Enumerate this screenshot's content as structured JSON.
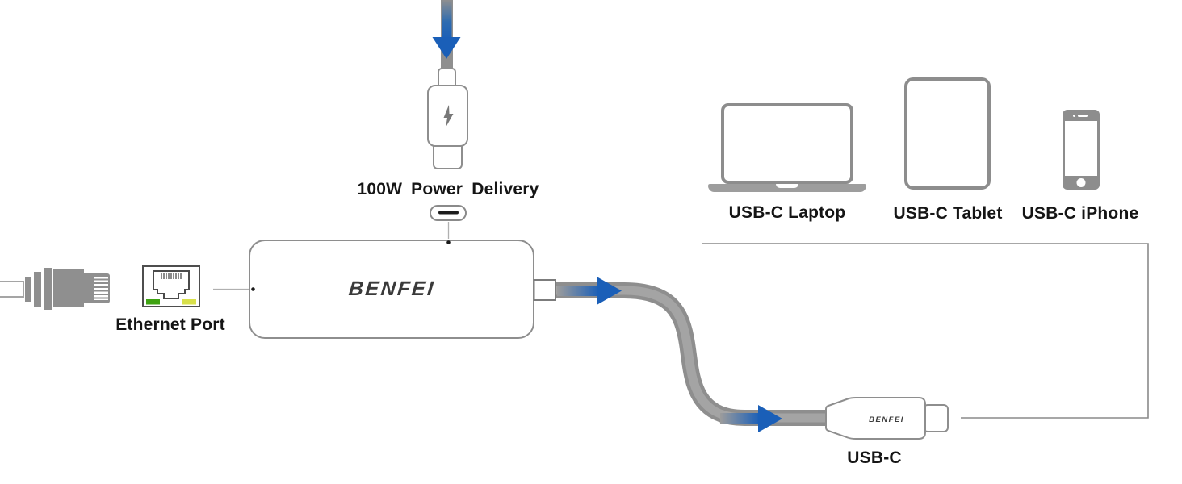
{
  "labels": {
    "power_delivery": "100W Power Delivery",
    "ethernet_port": "Ethernet Port",
    "laptop": "USB-C Laptop",
    "tablet": "USB-C Tablet",
    "iphone": "USB-C iPhone",
    "usb_c": "USB-C"
  },
  "brand": {
    "hub_logo": "BENFEI",
    "cable_connector_logo": "BENFEI"
  },
  "colors": {
    "arrow_blue": "#1a5fb8",
    "cable_gray": "#8e8e8e",
    "device_outline_gray": "#8d8d8d",
    "hub_border_gray": "#8e8e8e",
    "led_green": "#3fa312",
    "led_yellow": "#d8e04a",
    "label_text": "#151515",
    "logo_gray": "#3a3a3a"
  },
  "icons": {
    "lightning_icon": "lightning-bolt",
    "power_plug_icon": "usb-c-plug",
    "usb_c_port_icon": "usb-c-pill-port",
    "ethernet_plug_icon": "rj45-cable-plug",
    "ethernet_port_icon": "rj45-jack-with-leds",
    "laptop_icon": "laptop-outline",
    "tablet_icon": "tablet-outline",
    "iphone_icon": "smartphone-outline",
    "flow_arrow_icon": "blue-directional-arrow"
  }
}
